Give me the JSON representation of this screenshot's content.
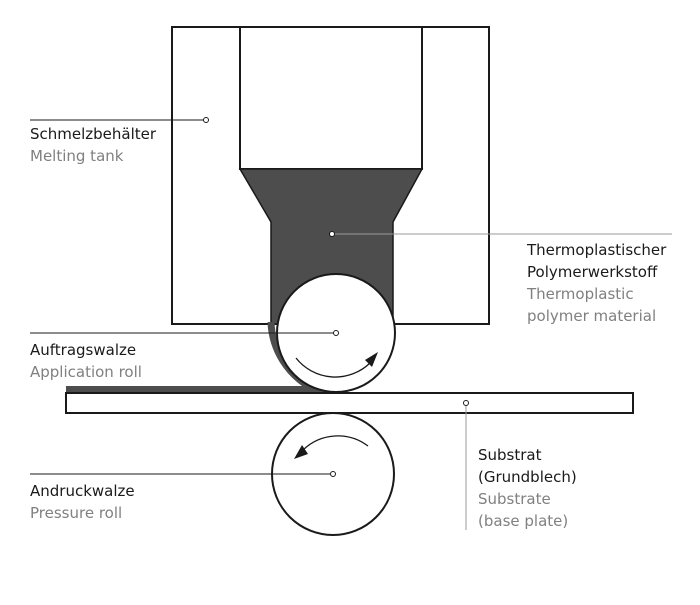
{
  "labels": {
    "melting_tank": {
      "de": "Schmelzbehälter",
      "en": "Melting tank"
    },
    "polymer": {
      "de_line1": "Thermoplastischer",
      "de_line2": "Polymerwerkstoff",
      "en_line1": "Thermoplastic",
      "en_line2": "polymer material"
    },
    "application_roll": {
      "de": "Auftragswalze",
      "en": "Application roll"
    },
    "pressure_roll": {
      "de": "Andruckwalze",
      "en": "Pressure roll"
    },
    "substrate": {
      "de_line1": "Substrat",
      "de_line2": "(Grundblech)",
      "en_line1": "Substrate",
      "en_line2": "(base plate)"
    }
  },
  "colors": {
    "outline": "#1a1a1a",
    "polymer_fill": "#4d4d4d",
    "leader_line": "#999999",
    "german_text": "#1a1a1a",
    "english_text": "#808080"
  }
}
